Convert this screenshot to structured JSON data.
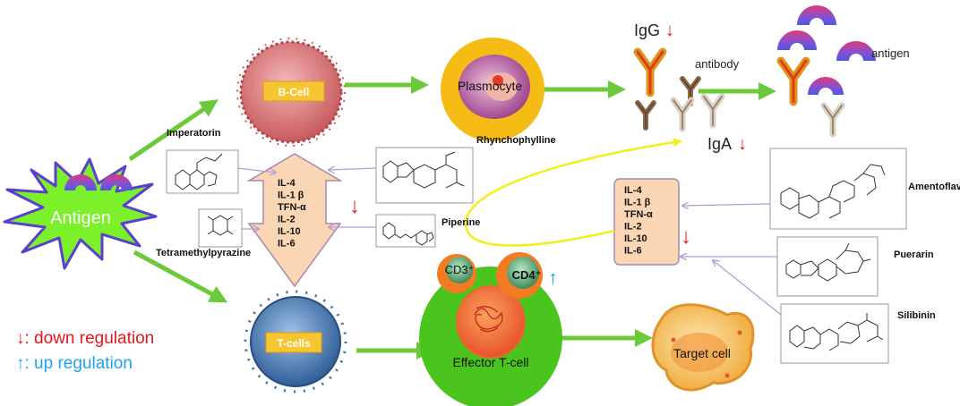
{
  "nodes": {
    "antigen": "Antigen",
    "b_cell": "B-Cell",
    "t_cells": "T-cells",
    "plasmocyte": "Plasmocyte",
    "effector": "Effector T-cell",
    "cd3": "CD3⁺",
    "cd4": "CD4⁺",
    "target": "Target cell",
    "igg": "IgG",
    "iga": "IgA",
    "antibody": "antibody",
    "antigen_label": "antigen"
  },
  "cytokines_left": [
    "IL-4",
    "IL-1 β",
    "TFN-α",
    "IL-2",
    "IL-10",
    "IL-6"
  ],
  "cytokines_right": [
    "IL-4",
    "IL-1 β",
    "TFN-α",
    "IL-2",
    "IL-10",
    "IL-6"
  ],
  "compounds": {
    "imperatorin": "Imperatorin",
    "tetramethylpyrazine": "Tetramethylpyrazine",
    "rhynchophylline": "Rhynchophylline",
    "piperine": "Piperine",
    "amentoflavone": "Amentoflavone",
    "puerarin": "Puerarin",
    "silibinin": "Silibinin"
  },
  "legend": {
    "down": "↓: down regulation",
    "up": "↑: up regulation",
    "down_color": "#e8141b",
    "up_color": "#1aa6e8"
  },
  "symbols": {
    "down_arrow": "↓",
    "up_arrow": "↑"
  },
  "colors": {
    "flow_arrow": "#6cc93a",
    "compound_arrow": "#b59ad6",
    "cytokine_box": "#fbd6b4",
    "loop_arrow": "#f2ef1c",
    "antigen_star": "#7cf02a"
  }
}
